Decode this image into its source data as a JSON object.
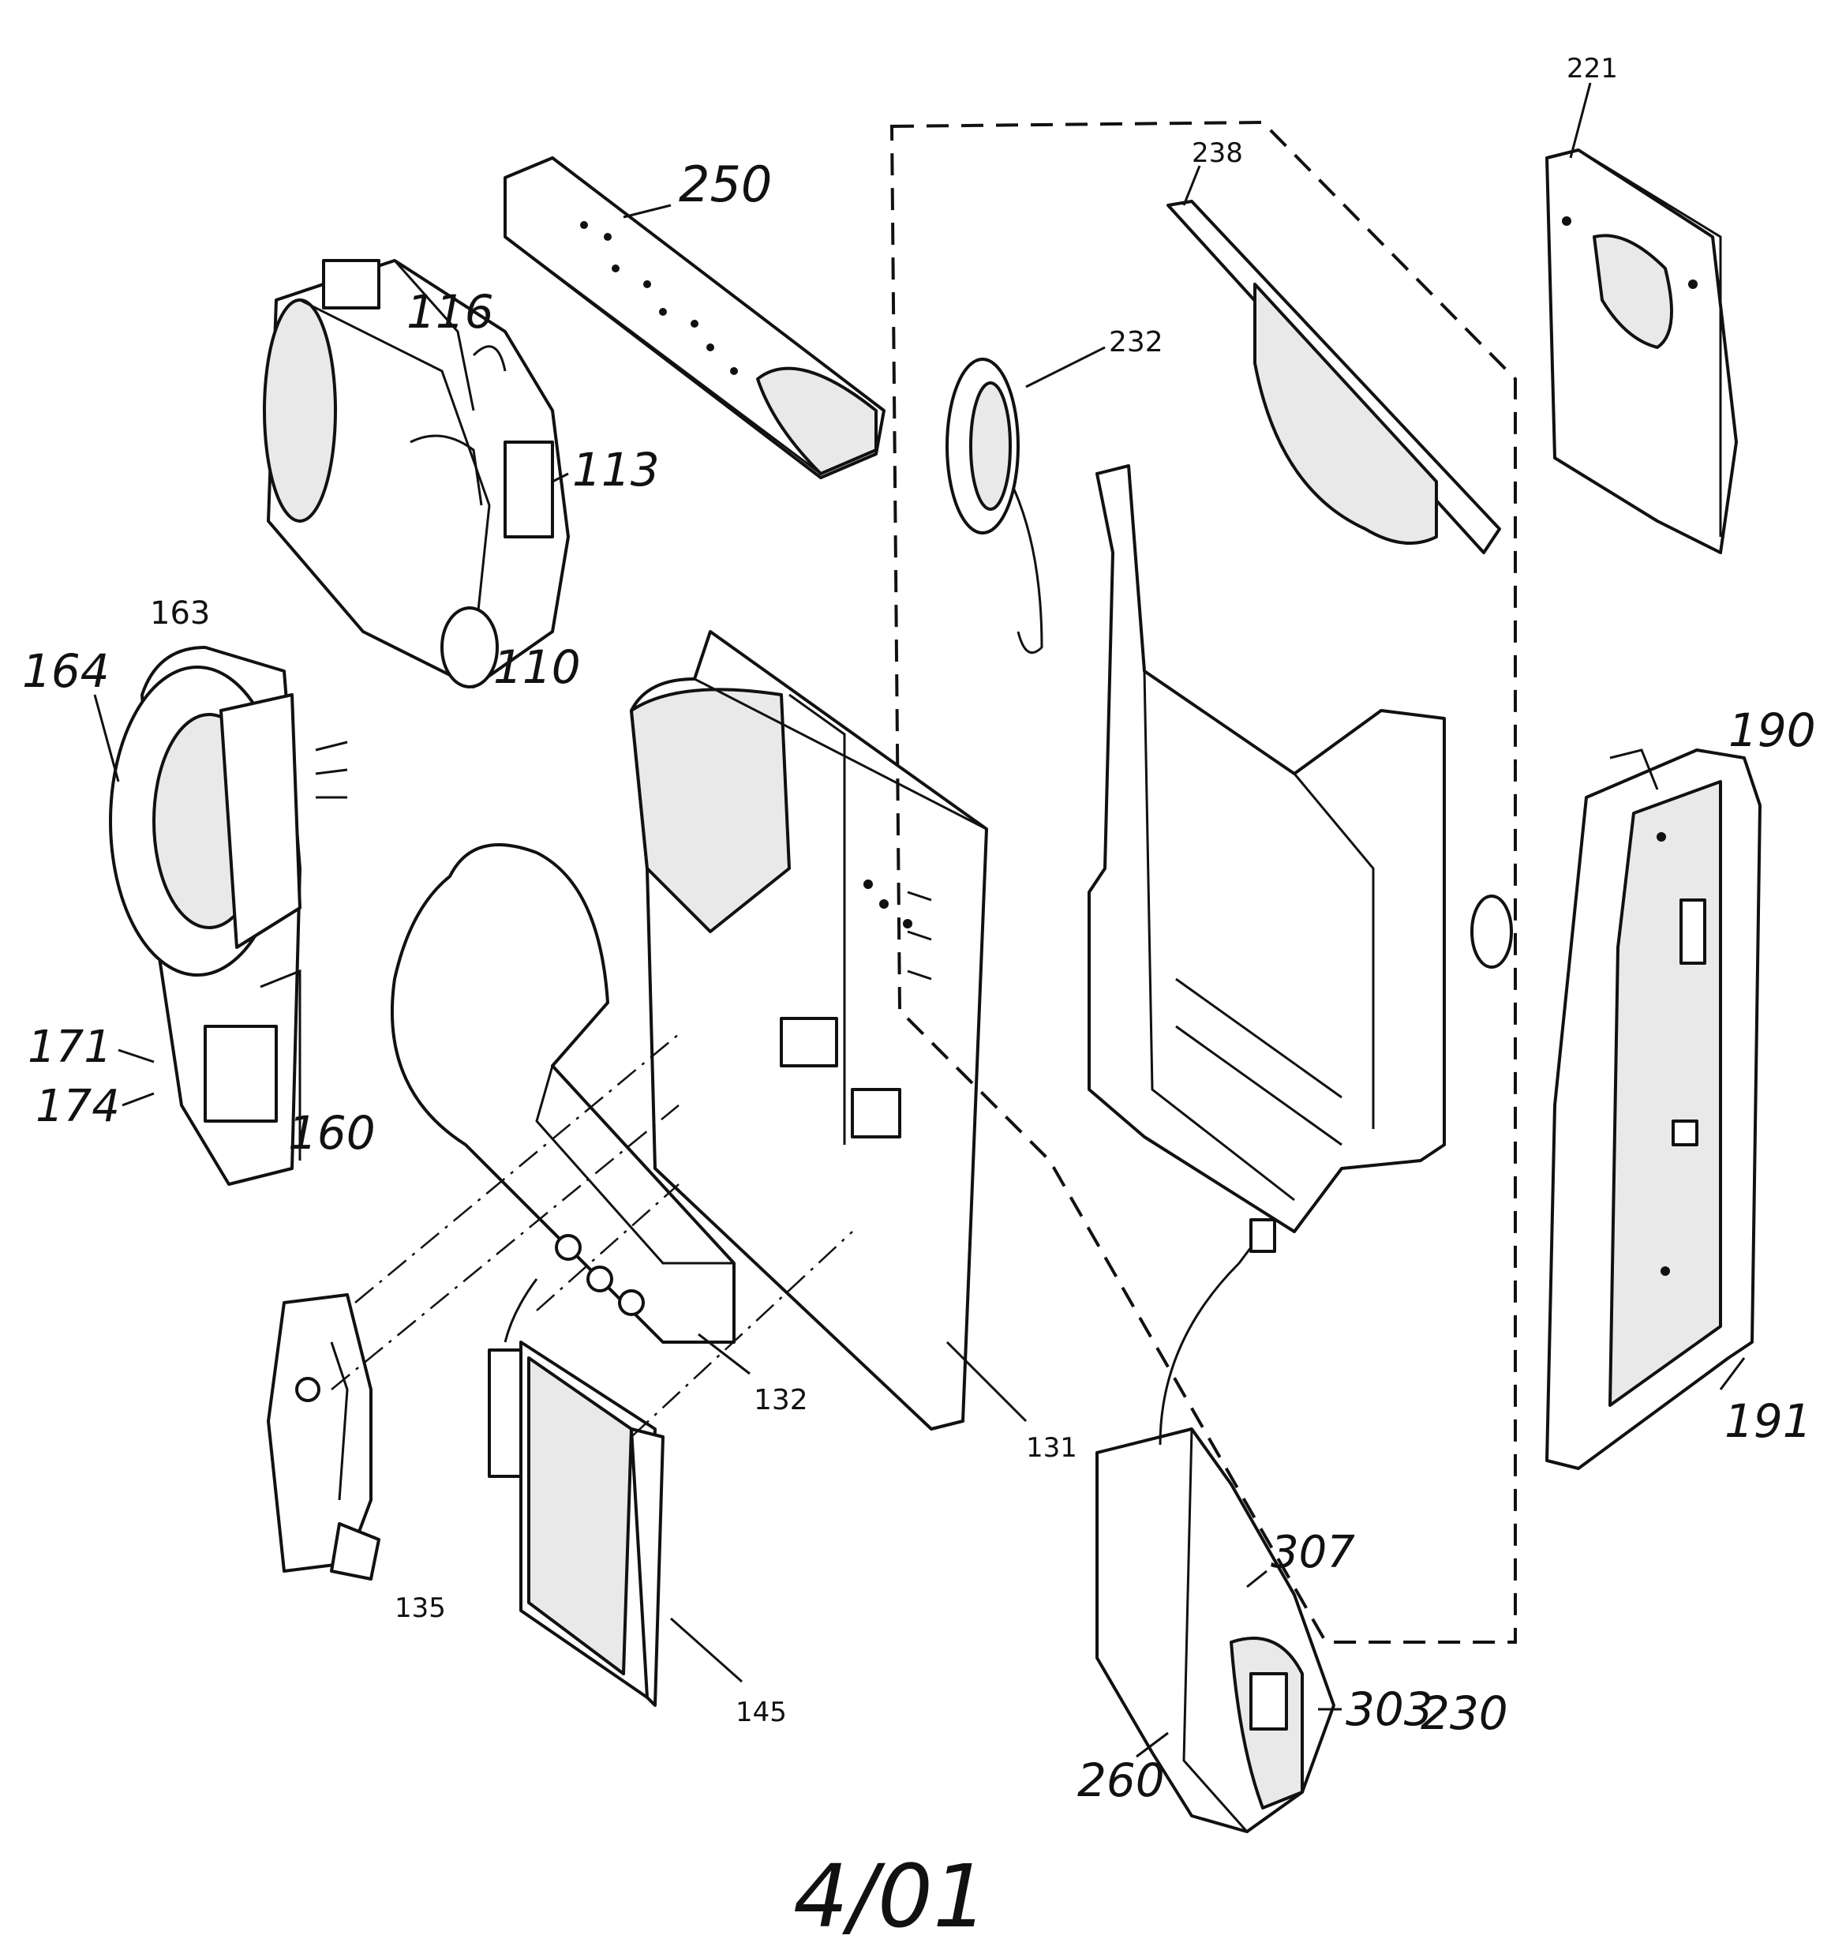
{
  "figure_label": "4/01",
  "callouts": {
    "c110": "110",
    "c113": "113",
    "c116": "116",
    "c131": "131",
    "c132": "132",
    "c135": "135",
    "c145": "145",
    "c160": "160",
    "c163": "163",
    "c164": "164",
    "c171": "171",
    "c174": "174",
    "c190": "190",
    "c191": "191",
    "c221": "221",
    "c230": "230",
    "c232": "232",
    "c238": "238",
    "c250": "250",
    "c260": "260",
    "c303": "303",
    "c307": "307"
  }
}
